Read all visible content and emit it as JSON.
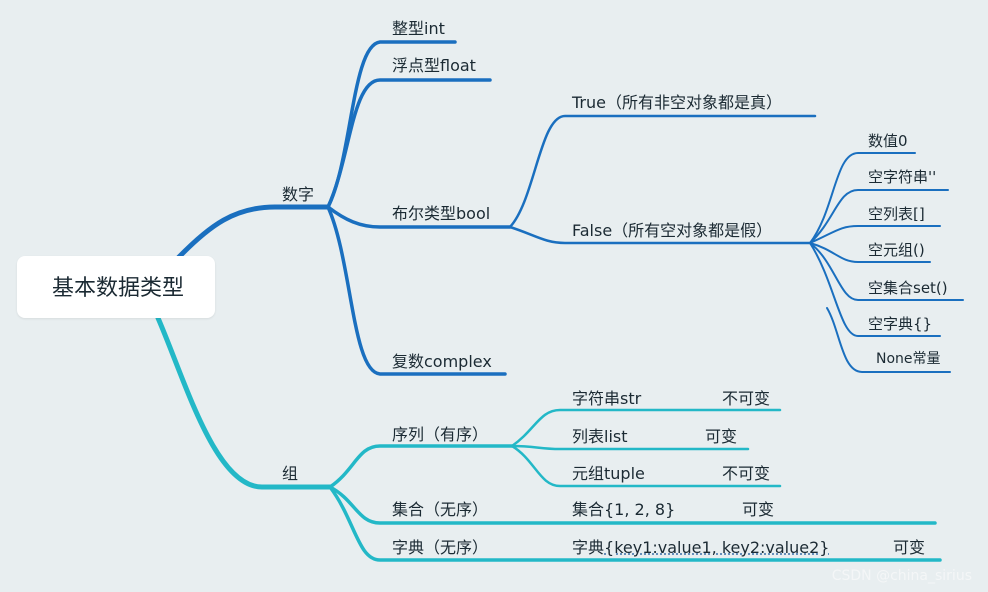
{
  "root": "基本数据类型",
  "number": {
    "label": "数字",
    "int": "整型int",
    "float": "浮点型float",
    "bool": "布尔类型bool",
    "true": "True（所有非空对象都是真）",
    "false": "False（所有空对象都是假）",
    "false_items": [
      "数值0",
      "空字符串''",
      "空列表[]",
      "空元组()",
      "空集合set()",
      "空字典{}",
      "None常量"
    ],
    "complex": "复数complex"
  },
  "group": {
    "label": "组",
    "sequence": "序列（有序）",
    "seq_items": [
      {
        "name": "字符串str",
        "mut": "不可变"
      },
      {
        "name": "列表list",
        "mut": "可变"
      },
      {
        "name": "元组tuple",
        "mut": "不可变"
      }
    ],
    "set": "集合（无序）",
    "set_item": {
      "name": "集合{1, 2, 8}",
      "mut": "可变"
    },
    "dict": "字典（无序）",
    "dict_item": {
      "name_prefix": "字典",
      "name_body": "{key1:value1, key2:value2}",
      "mut": "可变"
    }
  },
  "watermark": "CSDN @china_sirius",
  "colors": {
    "blue": "#1a6fbf",
    "cyan": "#23b8c7",
    "background": "#e8eef0"
  }
}
